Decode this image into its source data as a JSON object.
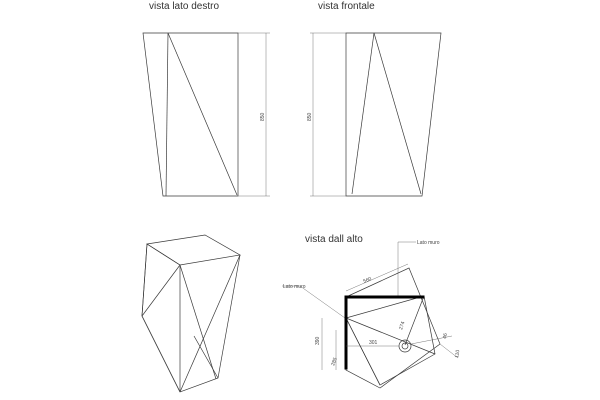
{
  "views": {
    "side": {
      "title": "vista lato destro",
      "height_dim": "850"
    },
    "front": {
      "title": "vista frontale",
      "height_dim": "850"
    },
    "top": {
      "title": "vista dall alto",
      "wall_label_top": "Lato muro",
      "wall_label_left": "Lato muro",
      "dims": {
        "top_edge": "560",
        "left_edge": "390",
        "diagonal": "274",
        "left_lower": "285",
        "center": "301",
        "hole": "46",
        "right": "110"
      }
    }
  },
  "colors": {
    "lines": "#3a3a3a",
    "wall": "#000000",
    "text": "#333333"
  }
}
